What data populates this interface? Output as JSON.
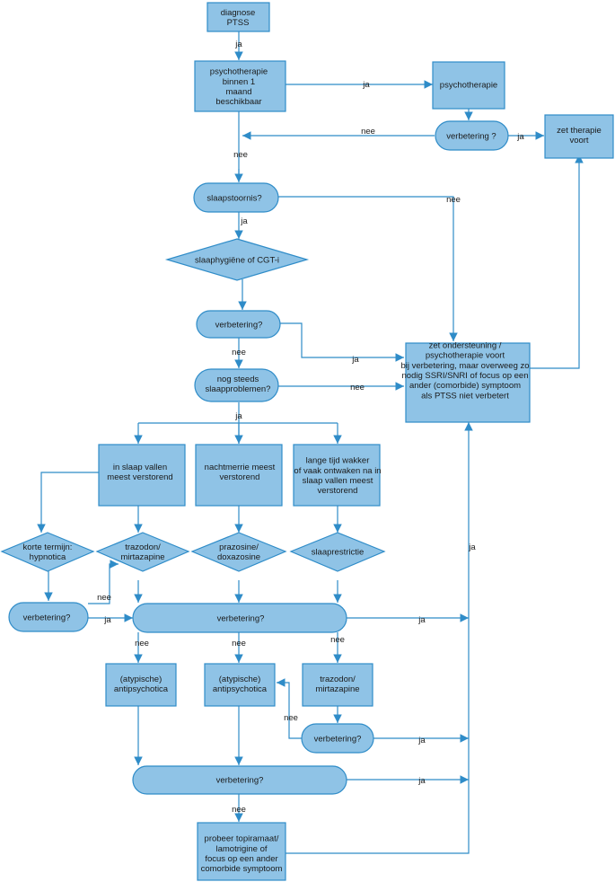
{
  "nodes": {
    "diagnose": "diagnose|PTSS",
    "psych_avail": "psychotherapie|binnen 1|maand|beschikbaar",
    "psych": "psychotherapie",
    "verb_psych": "verbetering ?",
    "zet_therapie": "zet therapie|voort",
    "slaapstoornis": "slaapstoornis?",
    "cgt": "slaaphygiëne of CGT-i",
    "verb_cgt": "verbetering?",
    "nog_steeds": "nog steeds|slaapproblemen?",
    "zet_ondersteuning": "zet ondersteuning /|psychotherapie voort|bij verbetering, maar overweeg zo|nodig  SSRI/SNRI of focus op een|ander (comorbide) symptoom|als PTSS niet verbetert",
    "inslaap": "in slaap vallen|meest verstorend",
    "nachtmerrie": "nachtmerrie meest|verstorend",
    "wakker": "lange tijd wakker|of vaak ontwaken na in|slaap vallen meest|verstorend",
    "hypnotica": "korte termijn:|hypnotica",
    "trazodon1": "trazodon/|mirtazapine",
    "prazosine": "prazosine/|doxazosine",
    "slaaprestrictie": "slaaprestrictie",
    "verb_hyp": "verbetering?",
    "verb_main": "verbetering?",
    "atyp1": "(atypische)|antipsychotica",
    "atyp2": "(atypische)|antipsychotica",
    "trazodon2": "trazodon/|mirtazapine",
    "verb_traz": "verbetering?",
    "verb_bottom": "verbetering?",
    "topiramaat": "probeer topiramaat/|lamotrigine of|focus op een ander|comorbide symptoom"
  },
  "edge_labels": {
    "e1": "ja",
    "e2": "ja",
    "e3": "ja",
    "e4": "nee",
    "e5": "nee",
    "e6": "nee",
    "e7": "ja",
    "e8": "ja",
    "e9": "nee",
    "e10": "nee",
    "e11": "ja",
    "e12": "nee",
    "e13": "ja",
    "e14": "nee",
    "e15": "nee",
    "e16": "nee",
    "e17": "ja",
    "e18": "nee",
    "e19": "ja",
    "e20": "ja",
    "e21": "ja",
    "e22": "nee"
  }
}
